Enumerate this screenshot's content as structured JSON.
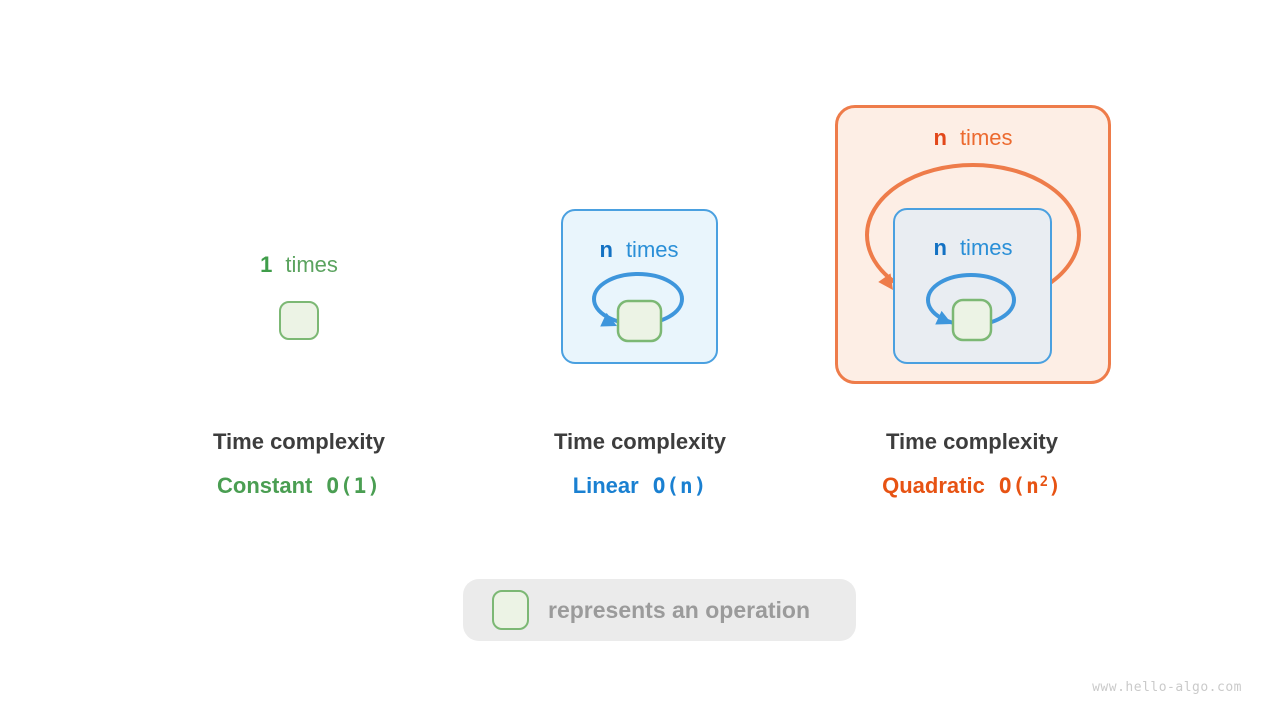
{
  "panels": [
    {
      "id": "constant",
      "loop": {
        "count": "1",
        "word": "times"
      },
      "title": "Time complexity",
      "name": "Constant",
      "notation": {
        "pre": "O(1)",
        "sup": "",
        "post": ""
      }
    },
    {
      "id": "linear",
      "loop": {
        "count": "n",
        "word": "times"
      },
      "title": "Time complexity",
      "name": "Linear",
      "notation": {
        "pre": "O(n)",
        "sup": "",
        "post": ""
      }
    },
    {
      "id": "quadratic",
      "outer_loop": {
        "count": "n",
        "word": "times"
      },
      "inner_loop": {
        "count": "n",
        "word": "times"
      },
      "title": "Time complexity",
      "name": "Quadratic",
      "notation": {
        "pre": "O(n",
        "sup": "2",
        "post": ")"
      }
    }
  ],
  "legend": {
    "text": "represents an operation"
  },
  "watermark": "www.hello-algo.com",
  "colors": {
    "green_text": "#4a9e52",
    "green_border": "#7cb874",
    "green_fill": "#ecf3e5",
    "blue_text": "#1a80d1",
    "blue_border": "#4aa0e0",
    "blue_fill": "#e9f5fc",
    "inner_blue_fill": "#e9edf2",
    "blue_loop": "#3e96dc",
    "orange_text": "#e75313",
    "orange_border": "#ee7c4a",
    "orange_fill": "#fdeee5",
    "dark_text": "#3d3d3d",
    "legend_bg": "#ebebeb",
    "legend_text": "#9b9b9b",
    "watermark_text": "#cacaca"
  }
}
